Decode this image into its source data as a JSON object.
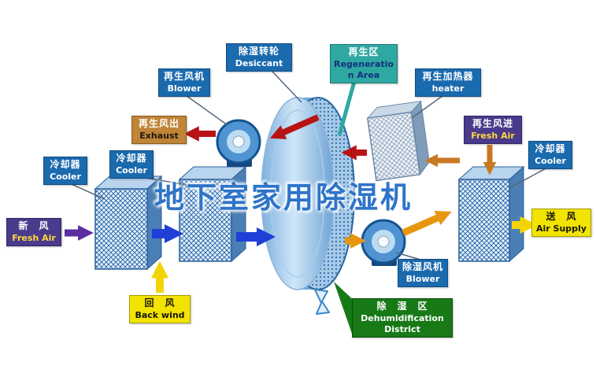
{
  "title": {
    "watermark": "地下室家用除湿机"
  },
  "labels": {
    "desiccant": {
      "zh": "除湿转轮",
      "en": "Desiccant"
    },
    "regen_area": {
      "zh": "再生区",
      "en": "Regeneration Area"
    },
    "regen_blower": {
      "zh": "再生风机",
      "en": "Blower"
    },
    "regen_heater": {
      "zh": "再生加热器",
      "en": "heater"
    },
    "exhaust": {
      "zh": "再生风出",
      "en": "Exhaust"
    },
    "regen_fresh_air": {
      "zh": "再生风进",
      "en": "Fresh Air"
    },
    "cooler_left": {
      "zh": "冷却器",
      "en": "Cooler"
    },
    "cooler_mid": {
      "zh": "冷却器",
      "en": "Cooler"
    },
    "cooler_right": {
      "zh": "冷却器",
      "en": "Cooler"
    },
    "fresh_air_in": {
      "zh": "新　风",
      "en": "Fresh Air"
    },
    "back_wind": {
      "zh": "回　风",
      "en": "Back wind"
    },
    "air_supply": {
      "zh": "送　风",
      "en": "Air Supply"
    },
    "dehum_blower": {
      "zh": "除湿风机",
      "en": "Blower"
    },
    "dehum_district": {
      "zh": "除　湿　区",
      "en": "Dehumidification District"
    }
  },
  "icons": {
    "regen_fan": "blower-fan-donut",
    "dehum_fan": "blower-fan-donut",
    "wheel": "desiccant-rotor-cylinder",
    "ribbon": "ribbon-mark"
  },
  "colors": {
    "label_blue": "#1a6aae",
    "label_teal": "#2fa8a2",
    "label_purple": "#4a3a8c",
    "label_yellow": "#f2e300",
    "label_orange": "#bf8437",
    "label_green": "#177a17",
    "arrow_blue": "#1f3fd6",
    "arrow_red": "#b81414",
    "arrow_orange": "#e8960f",
    "arrow_brown": "#c87820",
    "arrow_purple": "#5b2da0",
    "arrow_yellow": "#f2d500",
    "watermark_blue": "#2e74c9"
  }
}
